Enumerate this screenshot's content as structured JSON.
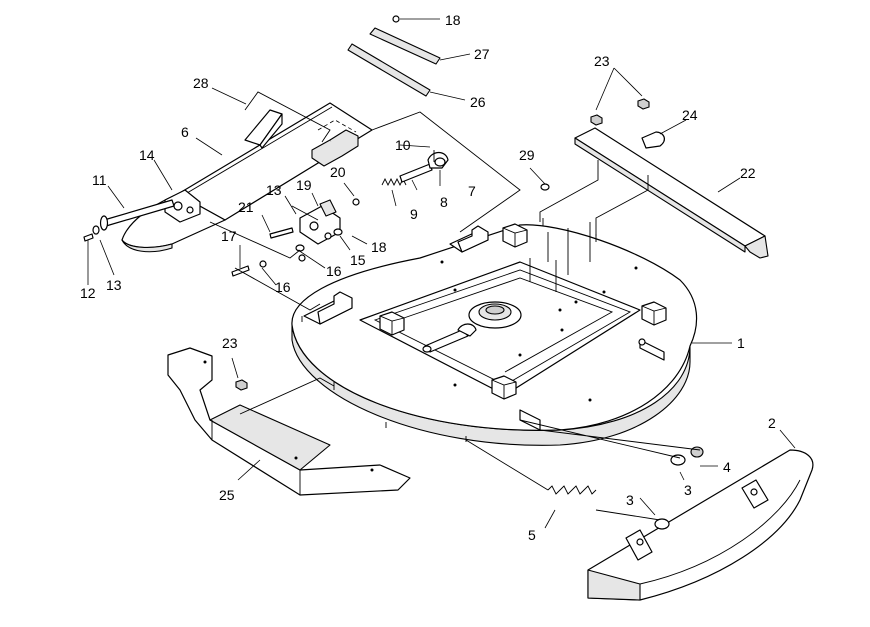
{
  "diagram": {
    "callouts": [
      {
        "id": "c1",
        "text": "1"
      },
      {
        "id": "c2",
        "text": "2"
      },
      {
        "id": "c3a",
        "text": "3"
      },
      {
        "id": "c3b",
        "text": "3"
      },
      {
        "id": "c4",
        "text": "4"
      },
      {
        "id": "c5",
        "text": "5"
      },
      {
        "id": "c6",
        "text": "6"
      },
      {
        "id": "c7",
        "text": "7"
      },
      {
        "id": "c8",
        "text": "8"
      },
      {
        "id": "c9",
        "text": "9"
      },
      {
        "id": "c10",
        "text": "10"
      },
      {
        "id": "c11",
        "text": "11"
      },
      {
        "id": "c12",
        "text": "12"
      },
      {
        "id": "c13a",
        "text": "13"
      },
      {
        "id": "c13b",
        "text": "13"
      },
      {
        "id": "c14",
        "text": "14"
      },
      {
        "id": "c15",
        "text": "15"
      },
      {
        "id": "c16a",
        "text": "16"
      },
      {
        "id": "c16b",
        "text": "16"
      },
      {
        "id": "c17",
        "text": "17"
      },
      {
        "id": "c18a",
        "text": "18"
      },
      {
        "id": "c18b",
        "text": "18"
      },
      {
        "id": "c19",
        "text": "19"
      },
      {
        "id": "c20",
        "text": "20"
      },
      {
        "id": "c21",
        "text": "21"
      },
      {
        "id": "c22",
        "text": "22"
      },
      {
        "id": "c23a",
        "text": "23"
      },
      {
        "id": "c23b",
        "text": "23"
      },
      {
        "id": "c24",
        "text": "24"
      },
      {
        "id": "c25",
        "text": "25"
      },
      {
        "id": "c26",
        "text": "26"
      },
      {
        "id": "c27",
        "text": "27"
      },
      {
        "id": "c28",
        "text": "28"
      },
      {
        "id": "c29",
        "text": "29"
      }
    ]
  }
}
